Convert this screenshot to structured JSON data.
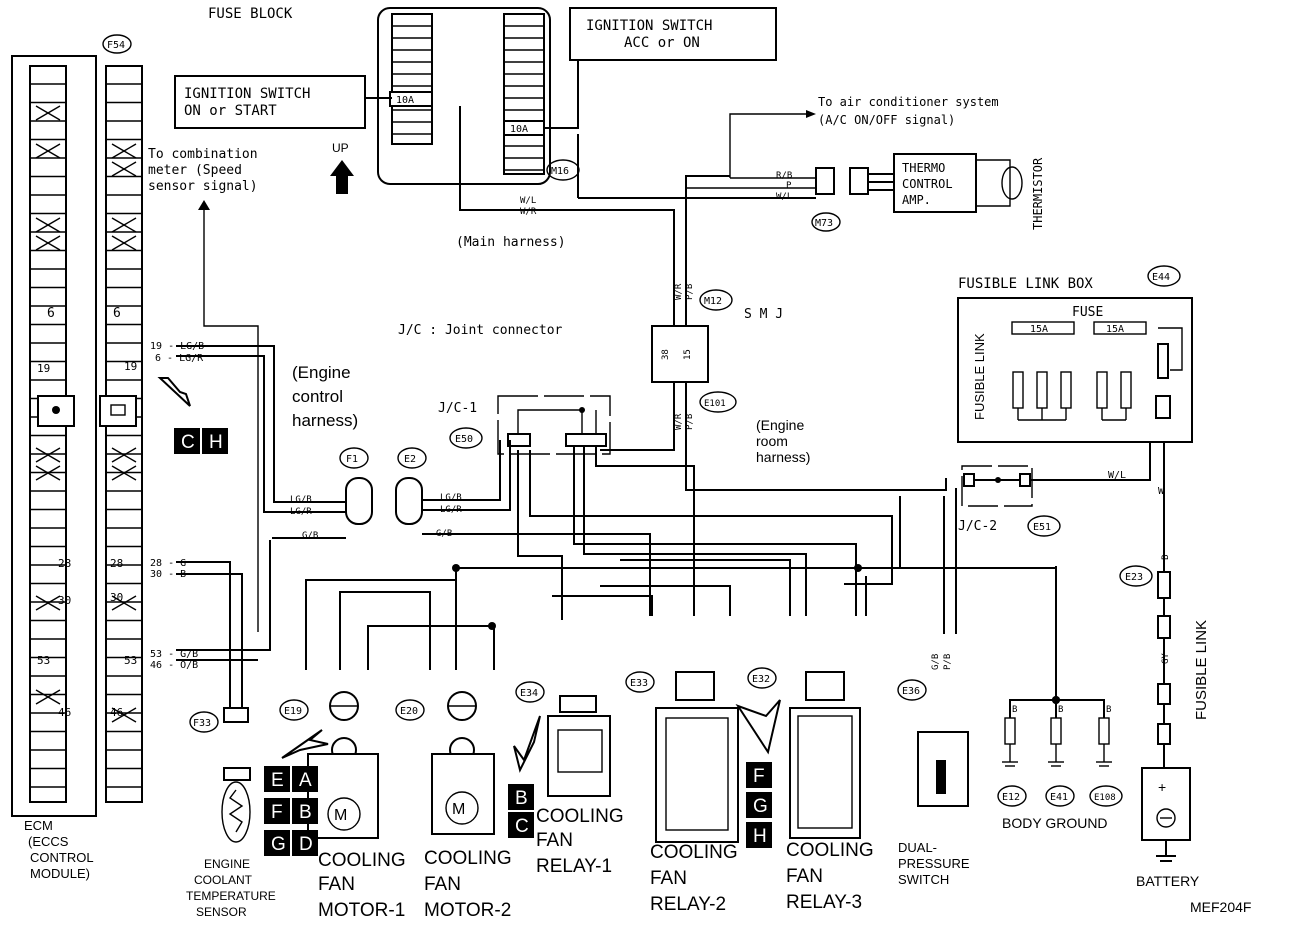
{
  "labels": {
    "fuse_block": "FUSE BLOCK",
    "ign_on_start_1": "IGNITION SWITCH",
    "ign_on_start_2": "ON or START",
    "ign_acc_on_1": "IGNITION SWITCH",
    "ign_acc_on_2": "ACC or ON",
    "fuse_10a_left": "10A",
    "fuse_10a_right": "10A",
    "m16": "M16",
    "to_ac_1": "To air conditioner system",
    "to_ac_2": "(A/C ON/OFF signal)",
    "thermo_1": "THERMO",
    "thermo_2": "CONTROL",
    "thermo_3": "AMP.",
    "thermistor": "THERMISTOR",
    "m73": "M73",
    "main_harness": "(Main harness)",
    "to_comb_1": "To combination",
    "to_comb_2": "meter (Speed",
    "to_comb_3": "sensor signal)",
    "up": "UP",
    "m12": "M12",
    "smj": "S M J",
    "jc_joint": "J/C : Joint connector",
    "e101": "E101",
    "eng_ctrl_1": "(Engine",
    "eng_ctrl_2": "control",
    "eng_ctrl_3": "harness)",
    "jc1": "J/C-1",
    "e50": "E50",
    "eng_room_1": "(Engine",
    "eng_room_2": "room",
    "eng_room_3": "harness)",
    "fusible_link_box": "FUSIBLE LINK BOX",
    "e44": "E44",
    "fuse": "FUSE",
    "fuse_15a_1": "15A",
    "fuse_15a_2": "15A",
    "fusible_link_v": "FUSIBLE LINK",
    "fusible_link_right": "FUSIBLE LINK",
    "f54": "F54",
    "f1": "F1",
    "e2": "E2",
    "jc2": "J/C-2",
    "e51": "E51",
    "e23": "E23",
    "f33": "F33",
    "e19": "E19",
    "e20": "E20",
    "e34": "E34",
    "e33": "E33",
    "e32": "E32",
    "e36": "E36",
    "e12": "E12",
    "e41": "E41",
    "e108": "E108",
    "ecm_1": "ECM",
    "ecm_2": "(ECCS",
    "ecm_3": "CONTROL",
    "ecm_4": "MODULE)",
    "ect_1": "ENGINE",
    "ect_2": "COOLANT",
    "ect_3": "TEMPERATURE",
    "ect_4": "SENSOR",
    "cfm1_1": "COOLING",
    "cfm1_2": "FAN",
    "cfm1_3": "MOTOR-1",
    "cfm2_1": "COOLING",
    "cfm2_2": "FAN",
    "cfm2_3": "MOTOR-2",
    "cfr1_1": "COOLING",
    "cfr1_2": "FAN",
    "cfr1_3": "RELAY-1",
    "cfr2_1": "COOLING",
    "cfr2_2": "FAN",
    "cfr2_3": "RELAY-2",
    "cfr3_1": "COOLING",
    "cfr3_2": "FAN",
    "cfr3_3": "RELAY-3",
    "dps_1": "DUAL-",
    "dps_2": "PRESSURE",
    "dps_3": "SWITCH",
    "body_ground": "BODY GROUND",
    "battery": "BATTERY",
    "code": "MEF204F",
    "pin_6a": "6",
    "pin_6b": "6",
    "pin_19a": "19",
    "pin_19b": "19",
    "pin_28a": "28",
    "pin_28b": "28",
    "pin_30a": "30",
    "pin_30b": "30",
    "pin_53a": "53",
    "pin_53b": "53",
    "pin_46a": "46",
    "pin_46b": "46",
    "ecm_pin_19": "19",
    "ecm_pin_6": "6",
    "ecm_pin_28": "28",
    "ecm_pin_30": "30",
    "ecm_pin_53": "53",
    "ecm_pin_46": "46",
    "pin_jc_15": "15",
    "pin_jc_38": "38"
  },
  "wires": {
    "lg_b": "LG/B",
    "lg_r": "LG/R",
    "lg_b2": "LG/B",
    "lg_r2": "LG/R",
    "lg_b3": "LG/B",
    "lg_r3": "LG/R",
    "g_b1": "G/B",
    "g_b2": "G/B",
    "g1": "G",
    "b1": "B",
    "b2": "B",
    "g_b3": "G/B",
    "o_b": "O/B",
    "w_l1": "W/L",
    "w_r1": "W/R",
    "r_b1": "R/B",
    "p1": "P",
    "w_l2": "W/L",
    "w_r2": "W/R",
    "p_b2": "P/B",
    "w_r3": "W/R",
    "p_b3": "P/B",
    "w_l3": "W/L",
    "w1": "W",
    "b3": "B",
    "gy": "GY",
    "b4": "B",
    "b5": "B",
    "b6": "B",
    "g_b4": "G/B",
    "p_b4": "P/B"
  },
  "sub_labels": {
    "f54_side": "F54"
  },
  "chips": [
    "C",
    "H",
    "E",
    "A",
    "F",
    "B",
    "G",
    "D",
    "B",
    "C",
    "F",
    "G",
    "H"
  ],
  "colors": {
    "ink": "#000000",
    "paper": "#ffffff"
  }
}
